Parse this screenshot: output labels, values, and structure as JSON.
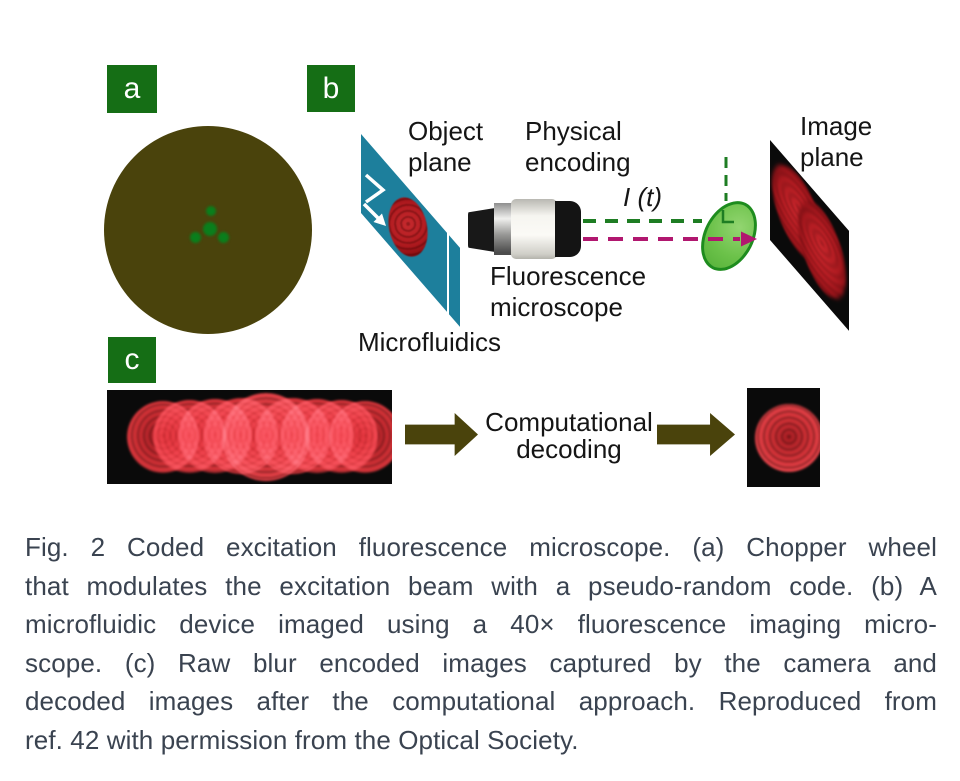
{
  "colors": {
    "label_green": "#156e15",
    "olive": "#4a430c",
    "teal": "#1d7f9c",
    "beam_green": "#1e7d23",
    "beam_magenta": "#b1176f",
    "filter_stroke": "#1e8c1e",
    "dot_green": "#0a7e1c",
    "black_panel": "#0a0a0a",
    "caption_text": "#3a4350",
    "white": "#ffffff"
  },
  "panel_a": {
    "label": "a"
  },
  "panel_b": {
    "label": "b",
    "object_plane": "Object\nplane",
    "physical_encoding": "Physical\nencoding",
    "intensity_signal": "I (t)",
    "fluorescence_microscope": "Fluorescence\nmicroscope",
    "microfluidics": "Microfluidics",
    "image_plane": "Image\nplane"
  },
  "panel_c": {
    "label": "c",
    "decoding": "Computational\ndecoding"
  },
  "caption": {
    "lines": [
      "Fig. 2  Coded excitation fluorescence microscope. (a) Chopper wheel",
      "that modulates the excitation beam with a pseudo-random code. (b) A",
      "microfluidic device imaged using a 40× fluorescence imaging micro-",
      "scope. (c) Raw blur encoded images captured by the camera and",
      "decoded images after the computational approach. Reproduced from",
      "ref. 42 with permission from the Optical Society."
    ]
  }
}
